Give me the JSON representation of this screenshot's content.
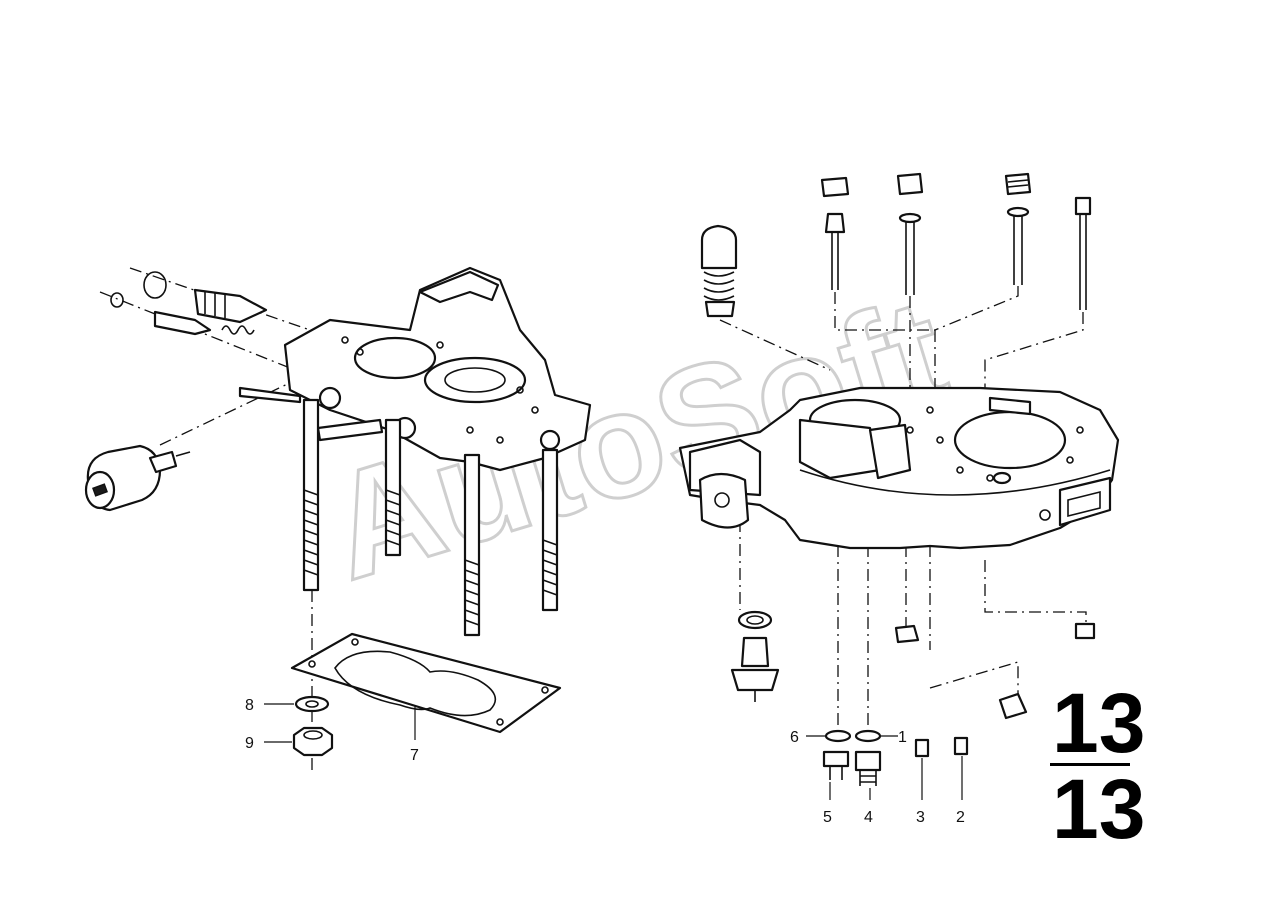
{
  "watermark": "AutoSoft",
  "group": {
    "top": "13",
    "bottom": "13"
  },
  "callouts": {
    "c1": "1",
    "c2": "2",
    "c3": "3",
    "c4": "4",
    "c5": "5",
    "c6": "6",
    "c7": "7",
    "c8": "8",
    "c9": "9"
  },
  "colors": {
    "ink": "#111111",
    "paper": "#ffffff",
    "watermark": "#cfcfcf"
  }
}
